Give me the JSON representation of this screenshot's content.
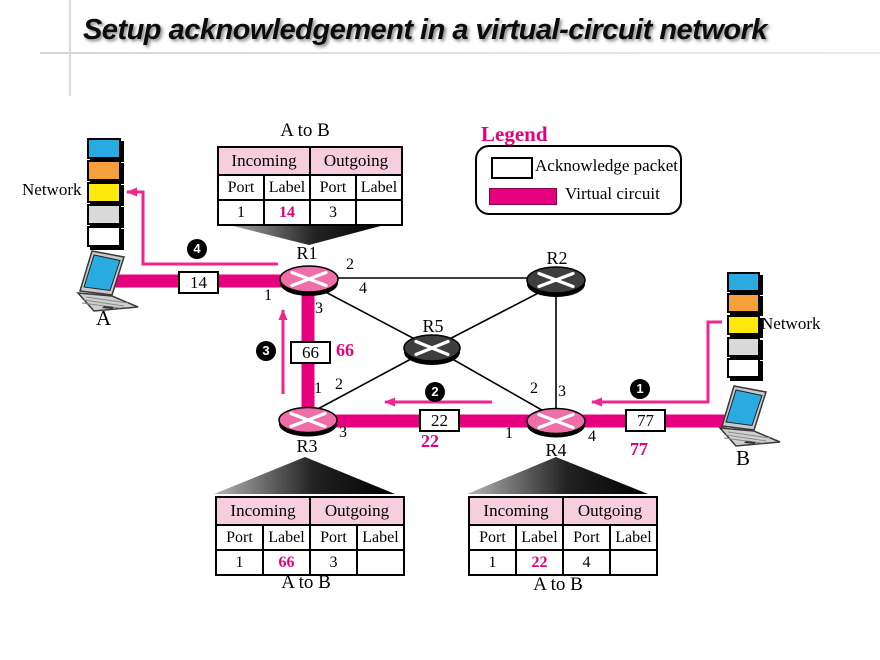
{
  "title": "Setup acknowledgement in a virtual-circuit network",
  "legend": {
    "title": "Legend",
    "ack_label": "Acknowledge packet",
    "vc_label": "Virtual circuit"
  },
  "colors": {
    "virtual_circuit": "#E6007E",
    "ack_arrow": "#F0268E",
    "router_pink": "#EE6FA8",
    "router_gray": "#3E3D40",
    "table_header_pink": "#F6CEDE"
  },
  "hosts": {
    "a_label": "A",
    "b_label": "B"
  },
  "network_labels": {
    "left": "Network",
    "right": "Network"
  },
  "routers": {
    "r1": "R1",
    "r2": "R2",
    "r3": "R3",
    "r4": "R4",
    "r5": "R5"
  },
  "ports": {
    "r1_left": "1",
    "r1_top": "2",
    "r1_mid": "4",
    "r1_bottom": "3",
    "r3_top": "1",
    "r3_diag": "2",
    "r3_right": "3",
    "r4_diag": "2",
    "r4_top": "3",
    "r4_left": "1",
    "r4_right": "4"
  },
  "link_labels": {
    "a_r1": "14",
    "r1_r3": "66",
    "r3_r4": "22",
    "r4_b": "77"
  },
  "vc_labels": {
    "r1_r3": "66",
    "r3_r4": "22",
    "r4_b": "77"
  },
  "steps": {
    "s1": "1",
    "s2": "2",
    "s3": "3",
    "s4": "4"
  },
  "tables": {
    "r1": {
      "title": "A to B",
      "groups": [
        "Incoming",
        "Outgoing"
      ],
      "columns": [
        "Port",
        "Label",
        "Port",
        "Label"
      ],
      "row": [
        "1",
        "14",
        "3",
        ""
      ]
    },
    "r3": {
      "title": "A to B",
      "groups": [
        "Incoming",
        "Outgoing"
      ],
      "columns": [
        "Port",
        "Label",
        "Port",
        "Label"
      ],
      "row": [
        "1",
        "66",
        "3",
        ""
      ]
    },
    "r4": {
      "title": "A to B",
      "groups": [
        "Incoming",
        "Outgoing"
      ],
      "columns": [
        "Port",
        "Label",
        "Port",
        "Label"
      ],
      "row": [
        "1",
        "22",
        "4",
        ""
      ]
    }
  }
}
